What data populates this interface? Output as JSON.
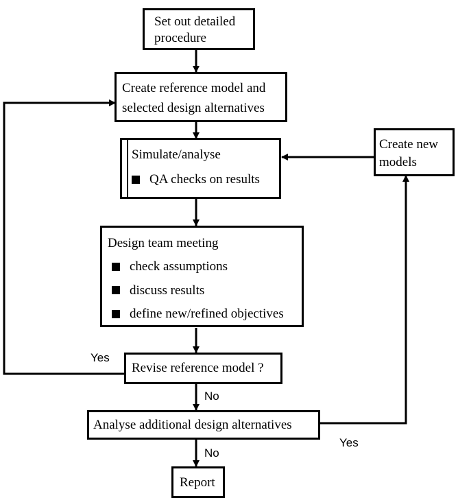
{
  "nodes": {
    "procedure": {
      "line1": "Set out detailed",
      "line2": "procedure"
    },
    "reference": {
      "line1": "Create reference model and",
      "line2": "selected design alternatives"
    },
    "simulate": {
      "title": "Simulate/analyse",
      "bullets": [
        "QA checks on results"
      ]
    },
    "meeting": {
      "title": "Design team meeting",
      "bullets": [
        "check assumptions",
        "discuss results",
        "define new/refined objectives"
      ]
    },
    "revise": {
      "label": "Revise reference model ?"
    },
    "additional": {
      "label": "Analyse additional design alternatives"
    },
    "report": {
      "label": "Report"
    },
    "new_models": {
      "line1": "Create new",
      "line2": "models"
    }
  },
  "edge_labels": {
    "revise_yes": "Yes",
    "revise_no": "No",
    "additional_yes": "Yes",
    "additional_no": "No"
  }
}
